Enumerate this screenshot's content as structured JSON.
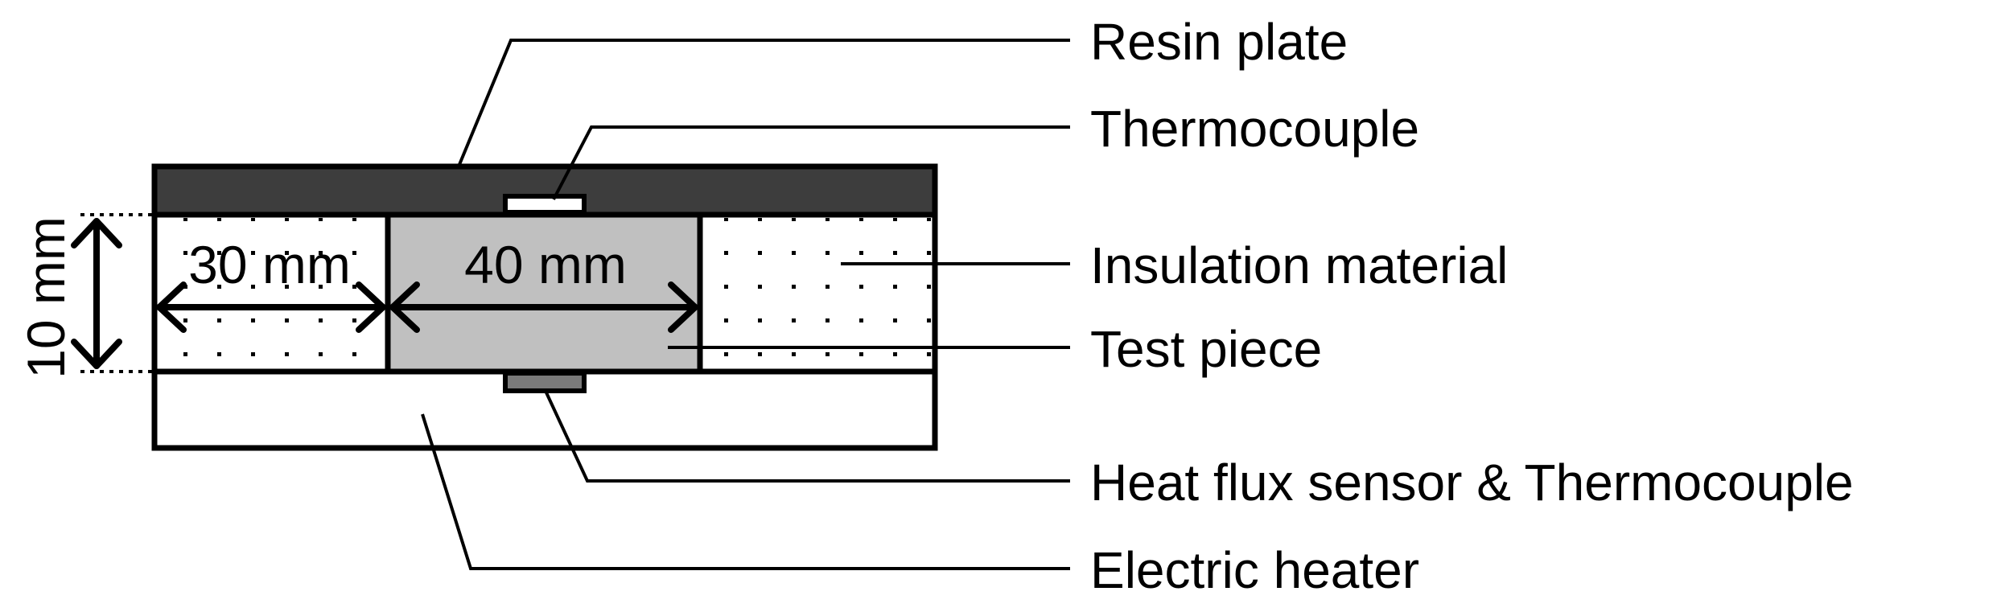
{
  "labels": {
    "resin_plate": "Resin plate",
    "thermocouple": "Thermocouple",
    "insulation_material": "Insulation material",
    "test_piece": "Test piece",
    "heat_flux_sensor": "Heat flux sensor & Thermocouple",
    "electric_heater": "Electric heater"
  },
  "dimensions": {
    "insulation_width": "30 mm",
    "test_piece_width": "40 mm",
    "thickness": "10 mm"
  },
  "colors": {
    "resin_plate": "#3d3d3d",
    "test_piece": "#c0c0c0",
    "sensor": "#7a7a7a",
    "line": "#000000"
  }
}
